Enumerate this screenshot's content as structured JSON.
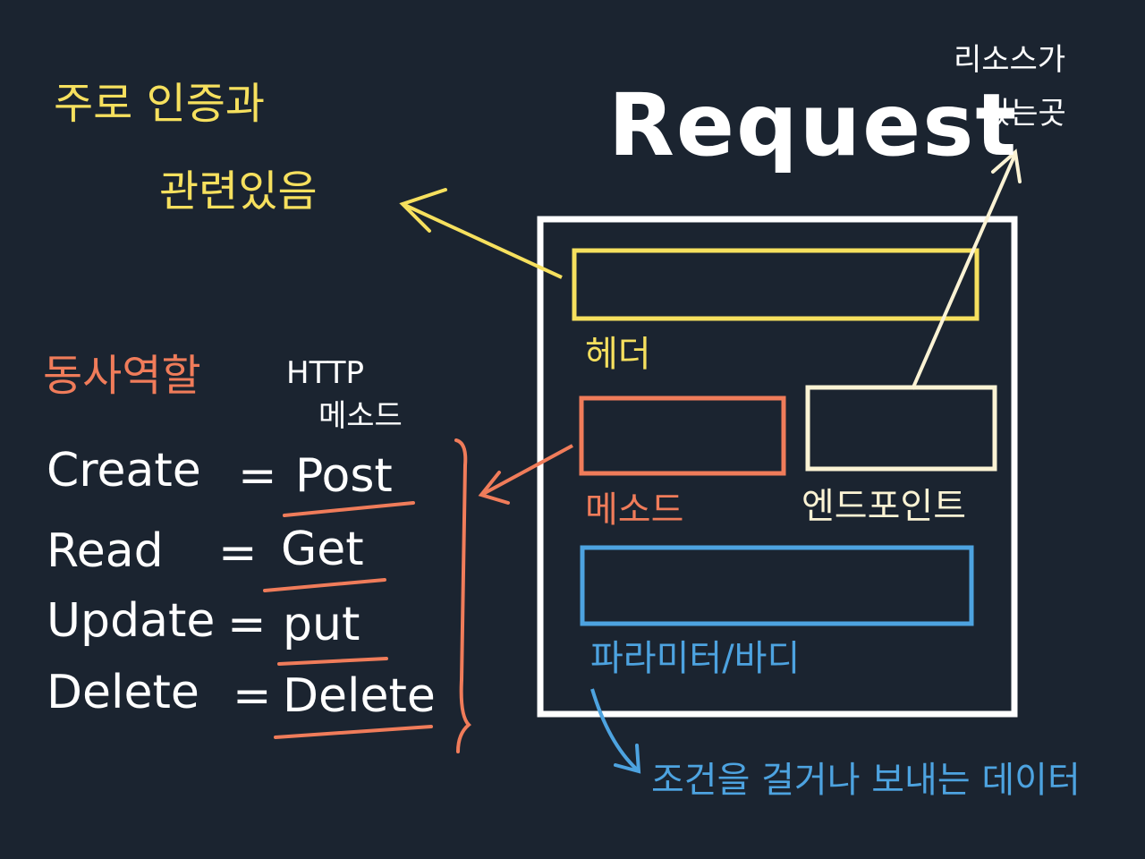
{
  "title": "Request",
  "notes": {
    "auth_line1": "주로 인증과",
    "auth_line2": "관련있음",
    "resource_line1": "리소스가",
    "resource_line2": "있는곳",
    "verb_role": "동사역할",
    "http": "HTTP",
    "http_method": "메소드",
    "condition_data": "조건을 걸거나 보내는 데이터"
  },
  "request_parts": {
    "header": "헤더",
    "method": "메소드",
    "endpoint": "엔드포인트",
    "params_body": "파라미터/바디"
  },
  "crud": [
    {
      "op": "Create",
      "method": "Post"
    },
    {
      "op": "Read",
      "method": "Get"
    },
    {
      "op": "Update",
      "method": "put"
    },
    {
      "op": "Delete",
      "method": "Delete"
    }
  ],
  "equals": "=",
  "colors": {
    "background": "#1b2430",
    "white": "#ffffff",
    "yellow": "#f6e05e",
    "orange": "#f07c5a",
    "cream": "#fbf3d4",
    "blue": "#4da3e0"
  }
}
